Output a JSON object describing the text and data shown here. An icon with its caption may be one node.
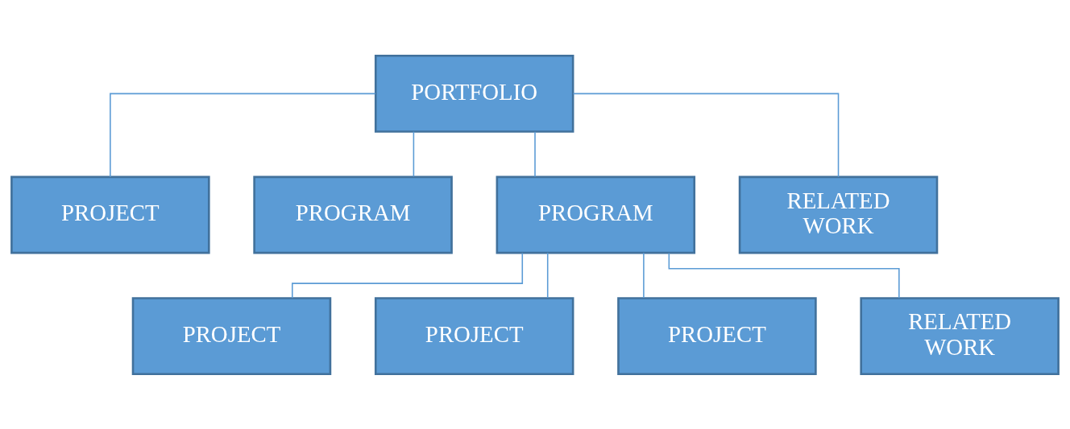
{
  "diagram": {
    "nodes": [
      {
        "text": [
          "PORTFOLIO"
        ]
      },
      {
        "text": [
          "PROJECT"
        ]
      },
      {
        "text": [
          "PROGRAM"
        ]
      },
      {
        "text": [
          "PROGRAM"
        ]
      },
      {
        "text": [
          "RELATED WORK"
        ]
      },
      {
        "text": [
          "PROJECT"
        ]
      },
      {
        "text": [
          "PROJECT"
        ]
      },
      {
        "text": [
          "PROJECT"
        ]
      },
      {
        "text": [
          "RELATED WORK"
        ]
      }
    ],
    "edges": [
      {
        "from": 0,
        "to": 1,
        "arrow": "none"
      },
      {
        "from": 0,
        "to": 2,
        "arrow": "none"
      },
      {
        "from": 0,
        "to": 3,
        "arrow": "none"
      },
      {
        "from": 0,
        "to": 4,
        "arrow": "none"
      },
      {
        "from": 3,
        "to": 5,
        "arrow": "none"
      },
      {
        "from": 3,
        "to": 6,
        "arrow": "none"
      },
      {
        "from": 3,
        "to": 7,
        "arrow": "none"
      },
      {
        "from": 3,
        "to": 8,
        "arrow": "none"
      }
    ]
  }
}
